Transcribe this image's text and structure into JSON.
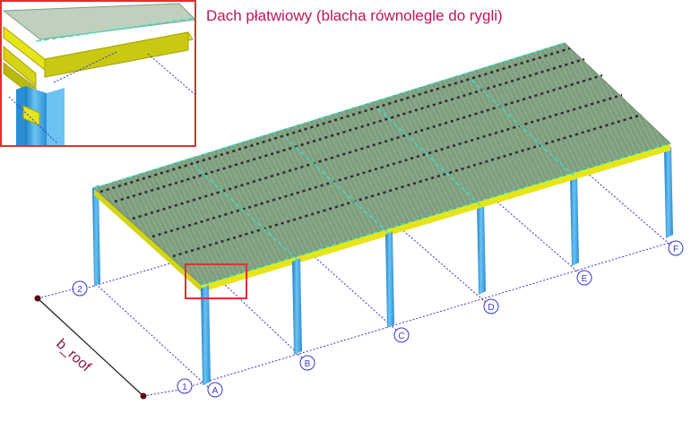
{
  "title": "Dach płatwiowy (blacha równolegle do rygli)",
  "dimension_label": "b_roof",
  "grid_axes_letters": [
    "A",
    "B",
    "C",
    "D",
    "E",
    "F"
  ],
  "grid_axes_numbers": [
    "1",
    "2"
  ],
  "colors": {
    "title": "#c0145a",
    "roof_sheet": "#7f9e7f",
    "beam": "#e5e51a",
    "column": "#3aa7e8",
    "grid_line": "#3535d0",
    "highlight_frame": "#e03030",
    "dimension": "#8b1a4a"
  }
}
